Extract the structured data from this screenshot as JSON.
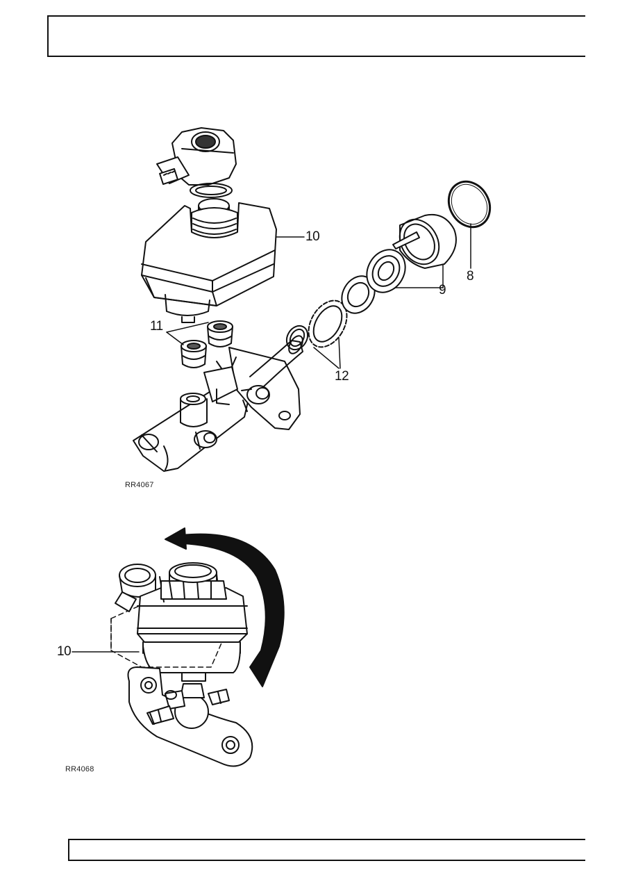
{
  "figure1": {
    "ref": "RR4067",
    "callouts": {
      "c10": "10",
      "c8": "8",
      "c9": "9",
      "c11": "11",
      "c12": "12"
    }
  },
  "figure2": {
    "ref": "RR4068",
    "callouts": {
      "c10": "10"
    }
  }
}
